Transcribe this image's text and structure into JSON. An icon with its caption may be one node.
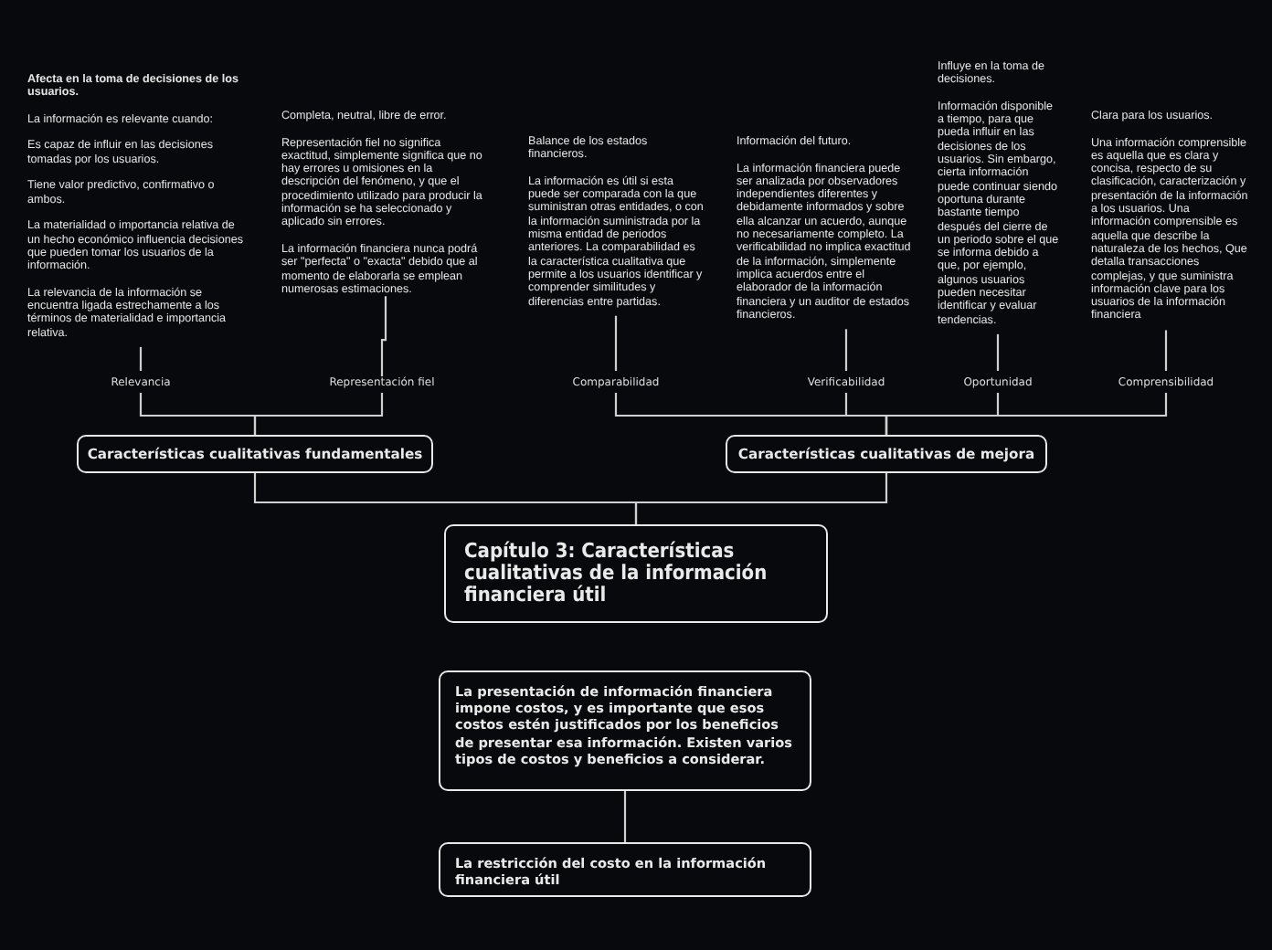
{
  "diagram": {
    "nodes": [
      {
        "text": [
          "Capítulo 3: Características cualitativas de la información financiera útil"
        ]
      },
      {
        "text": [
          "Características cualitativas fundamentales"
        ]
      },
      {
        "text": [
          "Características cualitativas de mejora"
        ]
      },
      {
        "text": [
          "Relevancia"
        ]
      },
      {
        "text": [
          "Representación fiel"
        ]
      },
      {
        "text": [
          "Comparabilidad"
        ]
      },
      {
        "text": [
          "Verificabilidad"
        ]
      },
      {
        "text": [
          "Oportunidad"
        ]
      },
      {
        "text": [
          "Comprensibilidad"
        ]
      },
      {
        "text": [
          "Afecta en la toma de decisiones de los usuarios.",
          "La información es relevante cuando:",
          "Es capaz de influir en las decisiones tomadas por los usuarios.",
          "Tiene valor predictivo, confirmativo o ambos.",
          "La materialidad o importancia relativa de un hecho económico influencia decisiones que pueden tomar los usuarios de la información.",
          "La relevancia de la información se encuentra ligada estrechamente a los términos de materialidad e importancia relativa."
        ]
      },
      {
        "text": [
          "Completa, neutral, libre de error.",
          "Representación fiel no significa exactitud, simplemente significa que no hay errores u omisiones en la descripción del fenómeno, y que el procedimiento utilizado para producir la información se ha seleccionado y aplicado sin errores.",
          "La información financiera nunca podrá ser \"perfecta\" o \"exacta\" debido que al momento de elaborarla se emplean numerosas estimaciones."
        ]
      },
      {
        "text": [
          "Balance de los estados financieros.",
          "La información es útil si esta puede ser comparada con la que suministran otras entidades, o con la información suministrada por la misma entidad de periodos anteriores. La comparabilidad es la característica cualitativa que permite a los usuarios identificar y comprender similitudes y diferencias entre partidas."
        ]
      },
      {
        "text": [
          "Información del futuro.",
          "La información financiera puede ser analizada por observadores independientes diferentes y debidamente informados y sobre ella alcanzar un acuerdo, aunque no necesariamente completo. La verificabilidad no implica exactitud de la información, simplemente implica acuerdos entre el elaborador de la información financiera y un auditor de estados financieros."
        ]
      },
      {
        "text": [
          "Influye en la toma de decisiones.",
          "Información disponible a tiempo, para que pueda influir en las decisiones de los usuarios. Sin embargo, cierta información puede continuar siendo oportuna durante bastante tiempo después del cierre de un periodo sobre el que se informa debido a que, por ejemplo, algunos usuarios pueden necesitar identificar y evaluar tendencias."
        ]
      },
      {
        "text": [
          "Clara para los usuarios.",
          "Una información comprensible es aquella que es clara y concisa, respecto de su clasificación, caracterización y presentación de la información a los usuarios. Una información comprensible es aquella que describe la naturaleza de los hechos, Que detalla transacciones complejas, y que suministra información clave para los usuarios de la información financiera"
        ]
      },
      {
        "text": [
          "La presentación de información financiera impone costos, y es importante que esos costos estén justificados por los beneficios de presentar esa información. Existen varios tipos de costos y beneficios a considerar."
        ]
      },
      {
        "text": [
          "La restricción del costo en la información financiera útil"
        ]
      }
    ],
    "edges": [
      {
        "from": 0,
        "to": 1,
        "arrow": "none"
      },
      {
        "from": 0,
        "to": 2,
        "arrow": "none"
      },
      {
        "from": 1,
        "to": 3,
        "arrow": "none"
      },
      {
        "from": 1,
        "to": 4,
        "arrow": "none"
      },
      {
        "from": 2,
        "to": 5,
        "arrow": "none"
      },
      {
        "from": 2,
        "to": 6,
        "arrow": "none"
      },
      {
        "from": 2,
        "to": 7,
        "arrow": "none"
      },
      {
        "from": 2,
        "to": 8,
        "arrow": "none"
      },
      {
        "from": 3,
        "to": 9,
        "arrow": "none"
      },
      {
        "from": 4,
        "to": 10,
        "arrow": "none"
      },
      {
        "from": 5,
        "to": 11,
        "arrow": "none"
      },
      {
        "from": 6,
        "to": 12,
        "arrow": "none"
      },
      {
        "from": 7,
        "to": 13,
        "arrow": "none"
      },
      {
        "from": 8,
        "to": 14,
        "arrow": "none"
      },
      {
        "from": 15,
        "to": 16,
        "arrow": "none"
      }
    ]
  }
}
